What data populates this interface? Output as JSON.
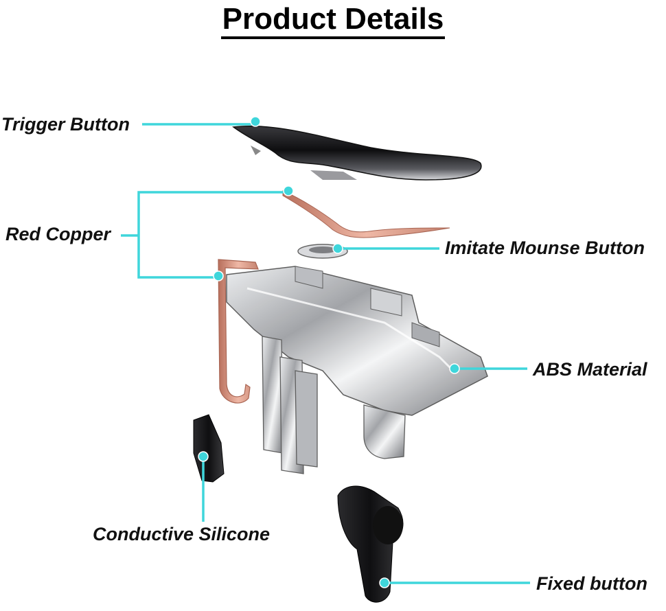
{
  "title": "Product Details",
  "colors": {
    "leader": "#3fd6db",
    "copper": "#d99a8a",
    "plastic": "#c9cacd",
    "dark": "#1c1c1e"
  },
  "labels": {
    "trigger_button": "Trigger Button",
    "red_copper": "Red Copper",
    "imitate_mouse_button": "Imitate Mounse Button",
    "abs_material": "ABS Material",
    "conductive_silicone": "Conductive Silicone",
    "fixed_button": "Fixed button"
  }
}
